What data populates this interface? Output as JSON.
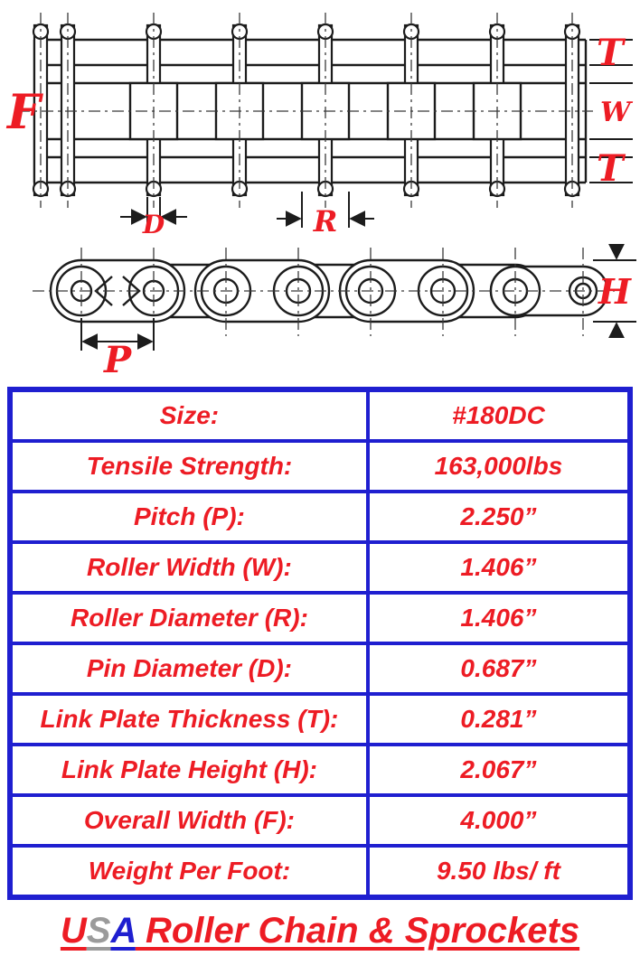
{
  "colors": {
    "accent_red": "#ed1c24",
    "table_border_blue": "#1f1fd0",
    "brand_gray": "#9b9b9b",
    "line_black": "#1c1c1c"
  },
  "diagram": {
    "plan_view": {
      "overall_width_label": "F",
      "plate_thickness_top_label": "T",
      "roller_width_label": "W",
      "plate_thickness_bottom_label": "T",
      "pin_diameter_label": "D",
      "roller_diameter_label": "R"
    },
    "side_view": {
      "pitch_label": "P",
      "plate_height_label": "H"
    }
  },
  "table": {
    "rows": [
      {
        "label": "Size:",
        "value": "#180DC"
      },
      {
        "label": "Tensile Strength:",
        "value": "163,000lbs"
      },
      {
        "label": "Pitch (P):",
        "value": "2.250”"
      },
      {
        "label": "Roller Width (W):",
        "value": "1.406”"
      },
      {
        "label": "Roller Diameter (R):",
        "value": "1.406”"
      },
      {
        "label": "Pin Diameter (D):",
        "value": "0.687”"
      },
      {
        "label": "Link Plate Thickness (T):",
        "value": "0.281”"
      },
      {
        "label": "Link Plate Height (H):",
        "value": "2.067”"
      },
      {
        "label": "Overall Width (F):",
        "value": "4.000”"
      },
      {
        "label": "Weight Per Foot:",
        "value": "9.50 lbs/ ft"
      }
    ]
  },
  "footer": {
    "brand": [
      {
        "text": "U"
      },
      {
        "text": "S"
      },
      {
        "text": "A"
      },
      {
        "text": " Roller Chain & Sprockets"
      }
    ]
  }
}
